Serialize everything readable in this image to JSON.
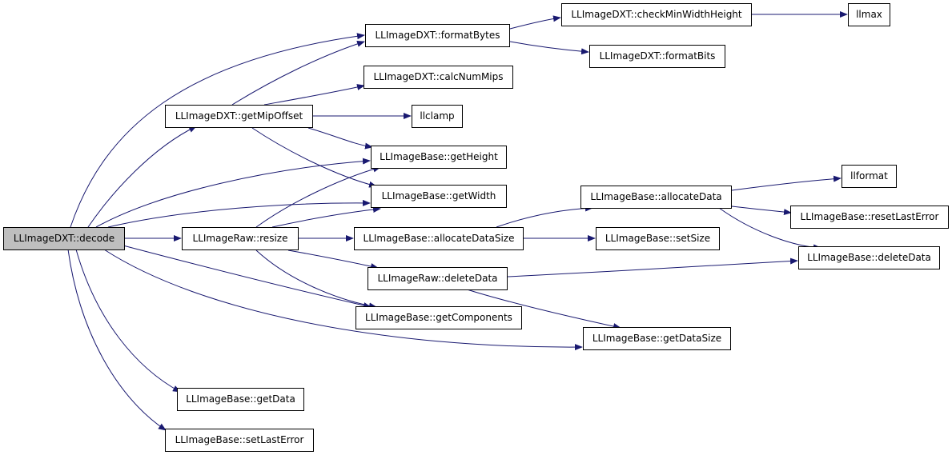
{
  "nodes": {
    "decode": "LLImageDXT::decode",
    "getMipOffset": "LLImageDXT::getMipOffset",
    "formatBytes": "LLImageDXT::formatBytes",
    "calcNumMips": "LLImageDXT::calcNumMips",
    "llclamp": "llclamp",
    "checkMinWidthHeight": "LLImageDXT::checkMinWidthHeight",
    "llmax": "llmax",
    "formatBits": "LLImageDXT::formatBits",
    "getHeight": "LLImageBase::getHeight",
    "getWidth": "LLImageBase::getWidth",
    "resize": "LLImageRaw::resize",
    "allocateDataSize": "LLImageBase::allocateDataSize",
    "allocateData": "LLImageBase::allocateData",
    "llformat": "llformat",
    "resetLastError": "LLImageBase::resetLastError",
    "setSize": "LLImageBase::setSize",
    "deleteDataBase": "LLImageBase::deleteData",
    "deleteDataRaw": "LLImageRaw::deleteData",
    "getComponents": "LLImageBase::getComponents",
    "getDataSize": "LLImageBase::getDataSize",
    "getData": "LLImageBase::getData",
    "setLastError": "LLImageBase::setLastError"
  },
  "colors": {
    "edge": "#191970",
    "root_fill": "#bfbfbf",
    "node_border": "#000000"
  }
}
